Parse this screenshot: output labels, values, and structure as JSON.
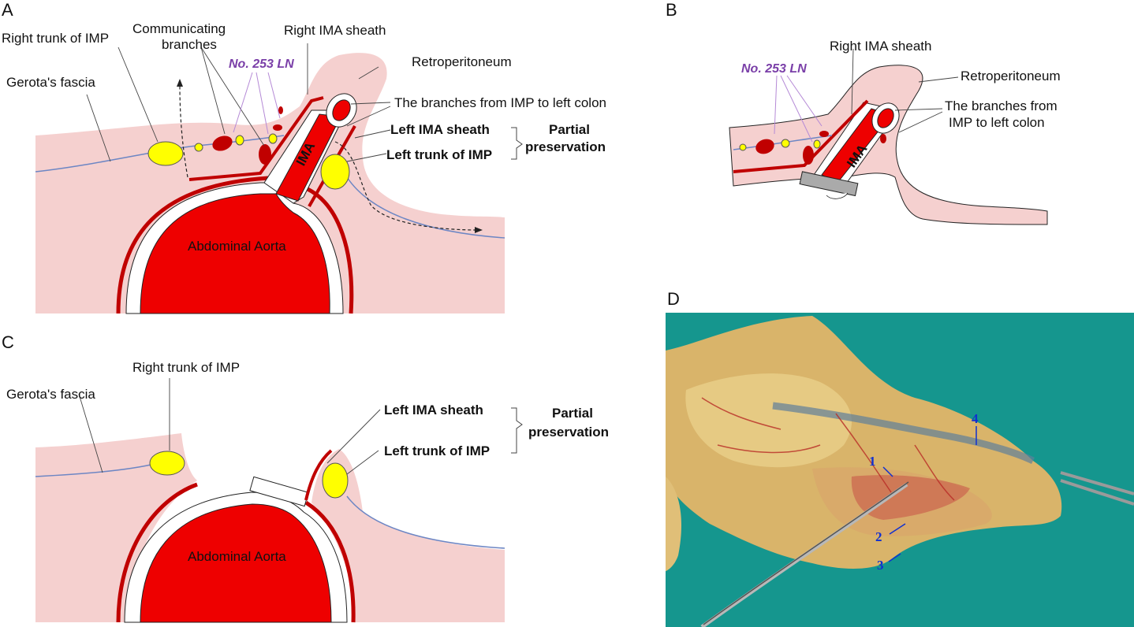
{
  "panels": {
    "A": {
      "letter": "A",
      "labels": {
        "right_trunk_imp": "Right trunk of IMP",
        "communicating_1": "Communicating",
        "communicating_2": "branches",
        "right_ima_sheath": "Right IMA sheath",
        "no253": "No. 253 LN",
        "retroperitoneum": "Retroperitoneum",
        "gerotas": "Gerota's fascia",
        "branches_left_colon": "The branches from IMP to left colon",
        "left_ima_sheath": "Left IMA sheath",
        "left_trunk_imp": "Left trunk of IMP",
        "partial_1": "Partial",
        "partial_2": "preservation",
        "ima": "IMA",
        "aorta": "Abdominal Aorta"
      }
    },
    "B": {
      "letter": "B",
      "labels": {
        "right_ima_sheath": "Right IMA sheath",
        "no253": "No. 253 LN",
        "retroperitoneum": "Retroperitoneum",
        "branches_1": "The branches from",
        "branches_2": "IMP to left colon",
        "ima": "IMA"
      }
    },
    "C": {
      "letter": "C",
      "labels": {
        "right_trunk_imp": "Right trunk of IMP",
        "gerotas": "Gerota's fascia",
        "left_ima_sheath": "Left IMA sheath",
        "left_trunk_imp": "Left trunk of IMP",
        "partial_1": "Partial",
        "partial_2": "preservation",
        "aorta": "Abdominal Aorta"
      }
    },
    "D": {
      "letter": "D",
      "markers": [
        "1",
        "2",
        "3",
        "4"
      ]
    }
  },
  "colors": {
    "tissue": "#f5d0cf",
    "vessel_red": "#ee0000",
    "dark_red": "#c00000",
    "node_yellow": "#ffff00",
    "nerve_blue": "#6d86c4",
    "ln_purple": "#7a3fa8",
    "surgical_drape": "#1aa39a",
    "marker_blue": "#1030d0"
  }
}
